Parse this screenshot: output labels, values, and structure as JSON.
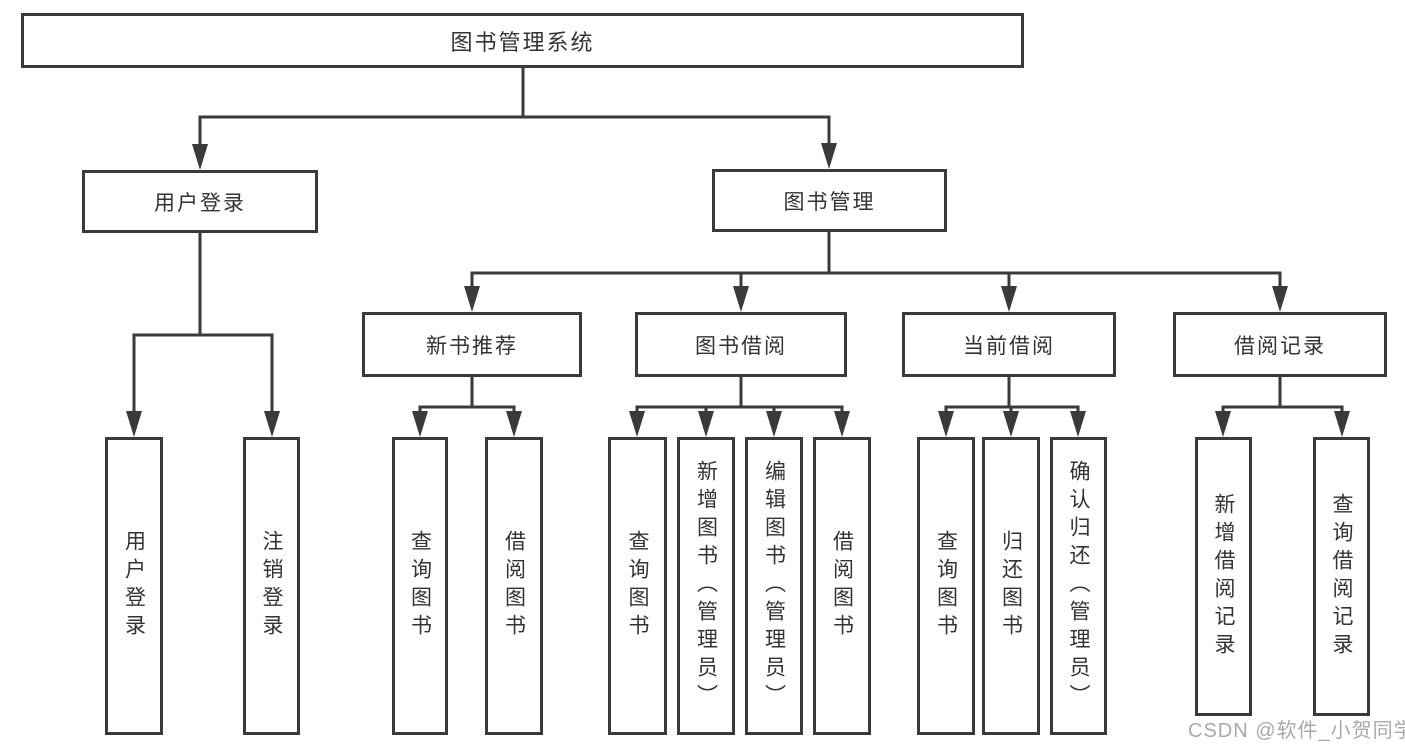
{
  "tree": {
    "root": {
      "label": "图书管理系统",
      "children": [
        {
          "label": "用户登录",
          "children": [
            {
              "label": "用户登录"
            },
            {
              "label": "注销登录"
            }
          ]
        },
        {
          "label": "图书管理",
          "children": [
            {
              "label": "新书推荐",
              "children": [
                {
                  "label": "查询图书"
                },
                {
                  "label": "借阅图书"
                }
              ]
            },
            {
              "label": "图书借阅",
              "children": [
                {
                  "label": "查询图书"
                },
                {
                  "label": "新增图书（管理员）"
                },
                {
                  "label": "编辑图书（管理员）"
                },
                {
                  "label": "借阅图书"
                }
              ]
            },
            {
              "label": "当前借阅",
              "children": [
                {
                  "label": "查询图书"
                },
                {
                  "label": "归还图书"
                },
                {
                  "label": "确认归还（管理员）"
                }
              ]
            },
            {
              "label": "借阅记录",
              "children": [
                {
                  "label": "新增借阅记录"
                },
                {
                  "label": "查询借阅记录"
                }
              ]
            }
          ]
        }
      ]
    }
  },
  "watermark": "CSDN @软件_小贺同学",
  "colors": {
    "line": "#3a3a3a",
    "text": "#333333",
    "background": "#ffffff",
    "watermark": "#a9a9a9"
  }
}
